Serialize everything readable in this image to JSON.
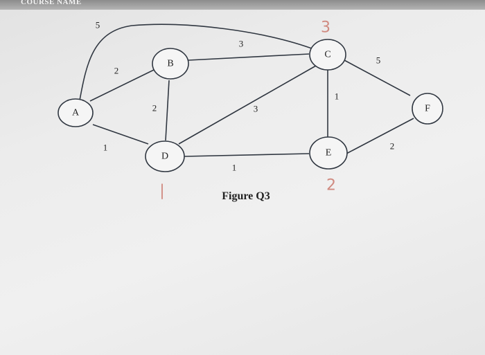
{
  "header": {
    "text": "COURSE NAME"
  },
  "figure": {
    "caption": "Figure Q3",
    "nodes": [
      {
        "id": "A",
        "label": "A"
      },
      {
        "id": "B",
        "label": "B"
      },
      {
        "id": "C",
        "label": "C"
      },
      {
        "id": "D",
        "label": "D"
      },
      {
        "id": "E",
        "label": "E"
      },
      {
        "id": "F",
        "label": "F"
      }
    ],
    "edges": [
      {
        "from": "A",
        "to": "C",
        "weight": "5"
      },
      {
        "from": "A",
        "to": "B",
        "weight": "2"
      },
      {
        "from": "A",
        "to": "D",
        "weight": "1"
      },
      {
        "from": "B",
        "to": "C",
        "weight": "3"
      },
      {
        "from": "B",
        "to": "D",
        "weight": "2"
      },
      {
        "from": "D",
        "to": "C",
        "weight": "3"
      },
      {
        "from": "D",
        "to": "E",
        "weight": "1"
      },
      {
        "from": "C",
        "to": "E",
        "weight": "1"
      },
      {
        "from": "C",
        "to": "F",
        "weight": "5"
      },
      {
        "from": "E",
        "to": "F",
        "weight": "2"
      }
    ],
    "handwritten": [
      {
        "near": "C",
        "text": "3"
      },
      {
        "near": "D",
        "text": "|"
      },
      {
        "near": "E",
        "text": "2"
      }
    ],
    "colors": {
      "ink": "#2f3640",
      "handwriting": "#d08a80"
    }
  }
}
